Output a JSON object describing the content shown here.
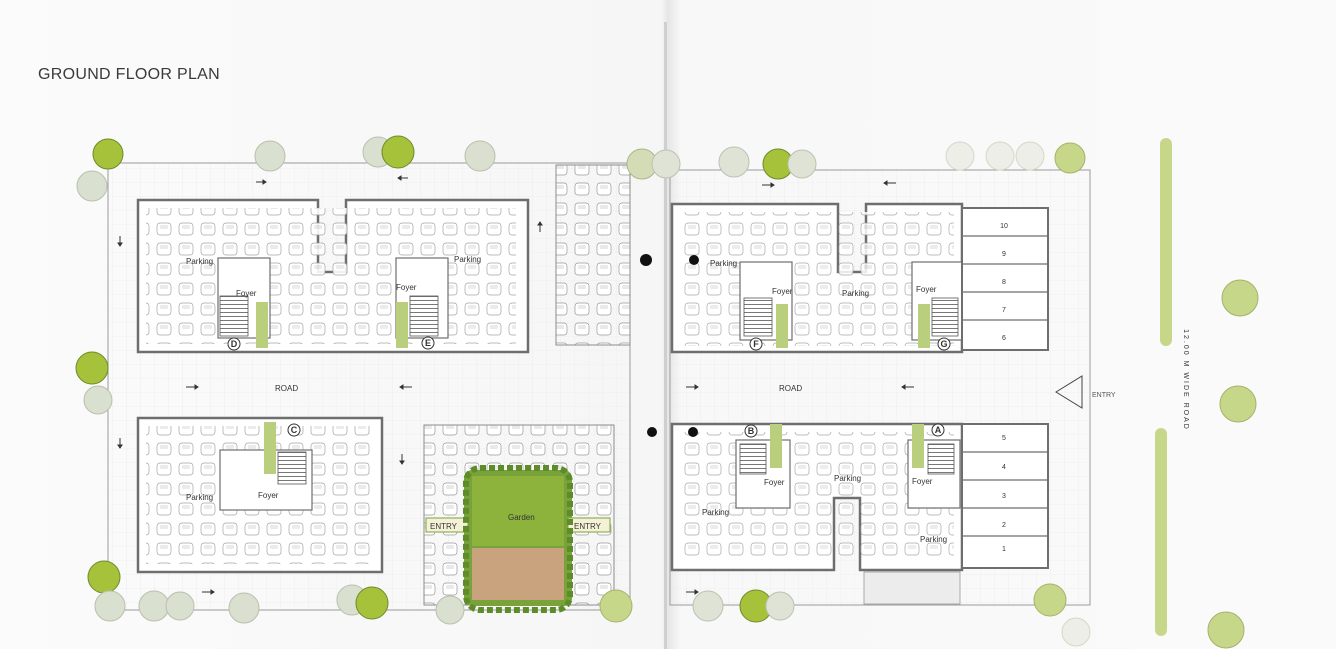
{
  "title": "GROUND FLOOR PLAN",
  "road_labels": [
    "ROAD",
    "ROAD"
  ],
  "room_labels": {
    "parking": "Parking",
    "foyer": "Foyer",
    "garden": "Garden",
    "entry": "ENTRY"
  },
  "core_markers": [
    "A",
    "B",
    "C",
    "D",
    "E",
    "F",
    "G"
  ],
  "shop_numbers_upper": [
    "10",
    "9",
    "8",
    "7",
    "6"
  ],
  "shop_numbers_lower": [
    "5",
    "4",
    "3",
    "2",
    "1"
  ],
  "road_side_label": "12.00 M WIDE ROAD",
  "colors": {
    "tree_green": "#a5c23a",
    "tree_pale": "#d9e0cf",
    "garden_lawn": "#8db33c",
    "garden_earth": "#c9a27e",
    "stair_green": "#b9cf7e",
    "wall": "#6e6e6e"
  }
}
